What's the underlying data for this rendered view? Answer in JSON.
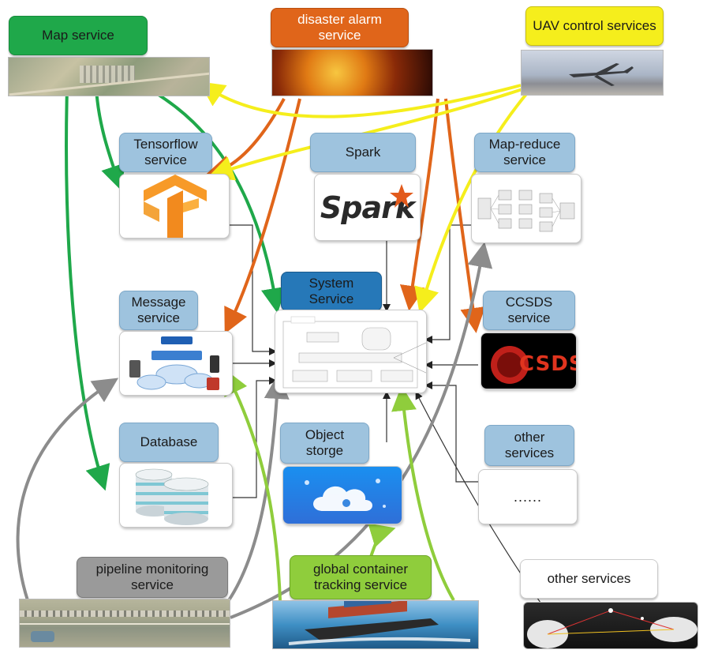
{
  "labels": {
    "map_service": "Map service",
    "disaster_alarm": "disaster alarm service",
    "uav_control": "UAV control services",
    "tensorflow": "Tensorflow service",
    "spark": "Spark",
    "map_reduce": "Map-reduce service",
    "system_service": "System Service",
    "message_service": "Message service",
    "ccsds_service": "CCSDS service",
    "database": "Database",
    "object_storage": "Object storge",
    "other_services_right": "other services",
    "pipeline_monitoring": "pipeline monitoring service",
    "global_container": "global container tracking service",
    "other_services_bottom": "other services"
  },
  "images": {
    "spark_logo_text": "Spark",
    "ccsds_logo_text": "CSDS",
    "more_dots": "......"
  },
  "colors": {
    "green_arrow": "#1fa84a",
    "orange_arrow": "#e0651a",
    "yellow_arrow": "#f5ee1c",
    "gray_arrow": "#8c8c8c",
    "light_green_arrow": "#8fcd3c",
    "black_arrow": "#222222",
    "label_blue": "#9ec3de"
  }
}
